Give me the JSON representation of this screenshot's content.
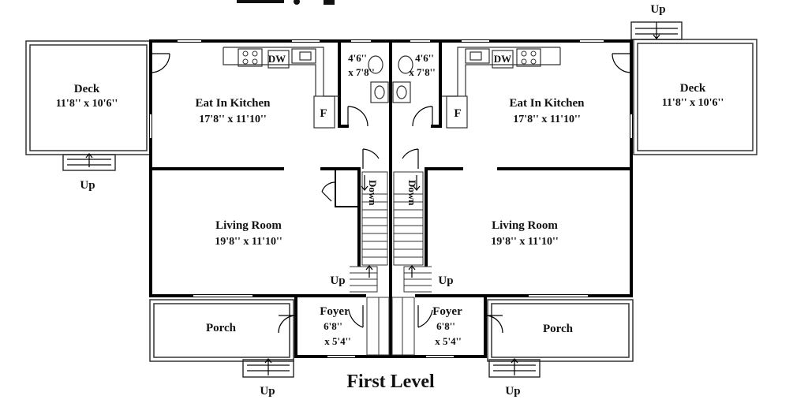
{
  "plan": {
    "title": "First Level",
    "rooms": {
      "deck_left": {
        "name": "Deck",
        "dims": "11'8'' x 10'6''"
      },
      "deck_right": {
        "name": "Deck",
        "dims": "11'8'' x 10'6''"
      },
      "kitchen_left": {
        "name": "Eat In Kitchen",
        "dims": "17'8'' x 11'10''"
      },
      "kitchen_right": {
        "name": "Eat In Kitchen",
        "dims": "17'8'' x 11'10''"
      },
      "bath_left": {
        "dim1": "4'6''",
        "dim2": "x 7'8''"
      },
      "bath_right": {
        "dim1": "4'6''",
        "dim2": "x 7'8''"
      },
      "living_left": {
        "name": "Living Room",
        "dims": "19'8'' x 11'10''"
      },
      "living_right": {
        "name": "Living Room",
        "dims": "19'8'' x 11'10''"
      },
      "foyer_left": {
        "name": "Foyer",
        "dim1": "6'8''",
        "dim2": "x 5'4''"
      },
      "foyer_right": {
        "name": "Foyer",
        "dim1": "6'8''",
        "dim2": "x 5'4''"
      },
      "porch_left": {
        "name": "Porch"
      },
      "porch_right": {
        "name": "Porch"
      }
    },
    "labels": {
      "up": "Up",
      "down": "Down",
      "dishwasher": "DW",
      "fridge": "F"
    }
  }
}
